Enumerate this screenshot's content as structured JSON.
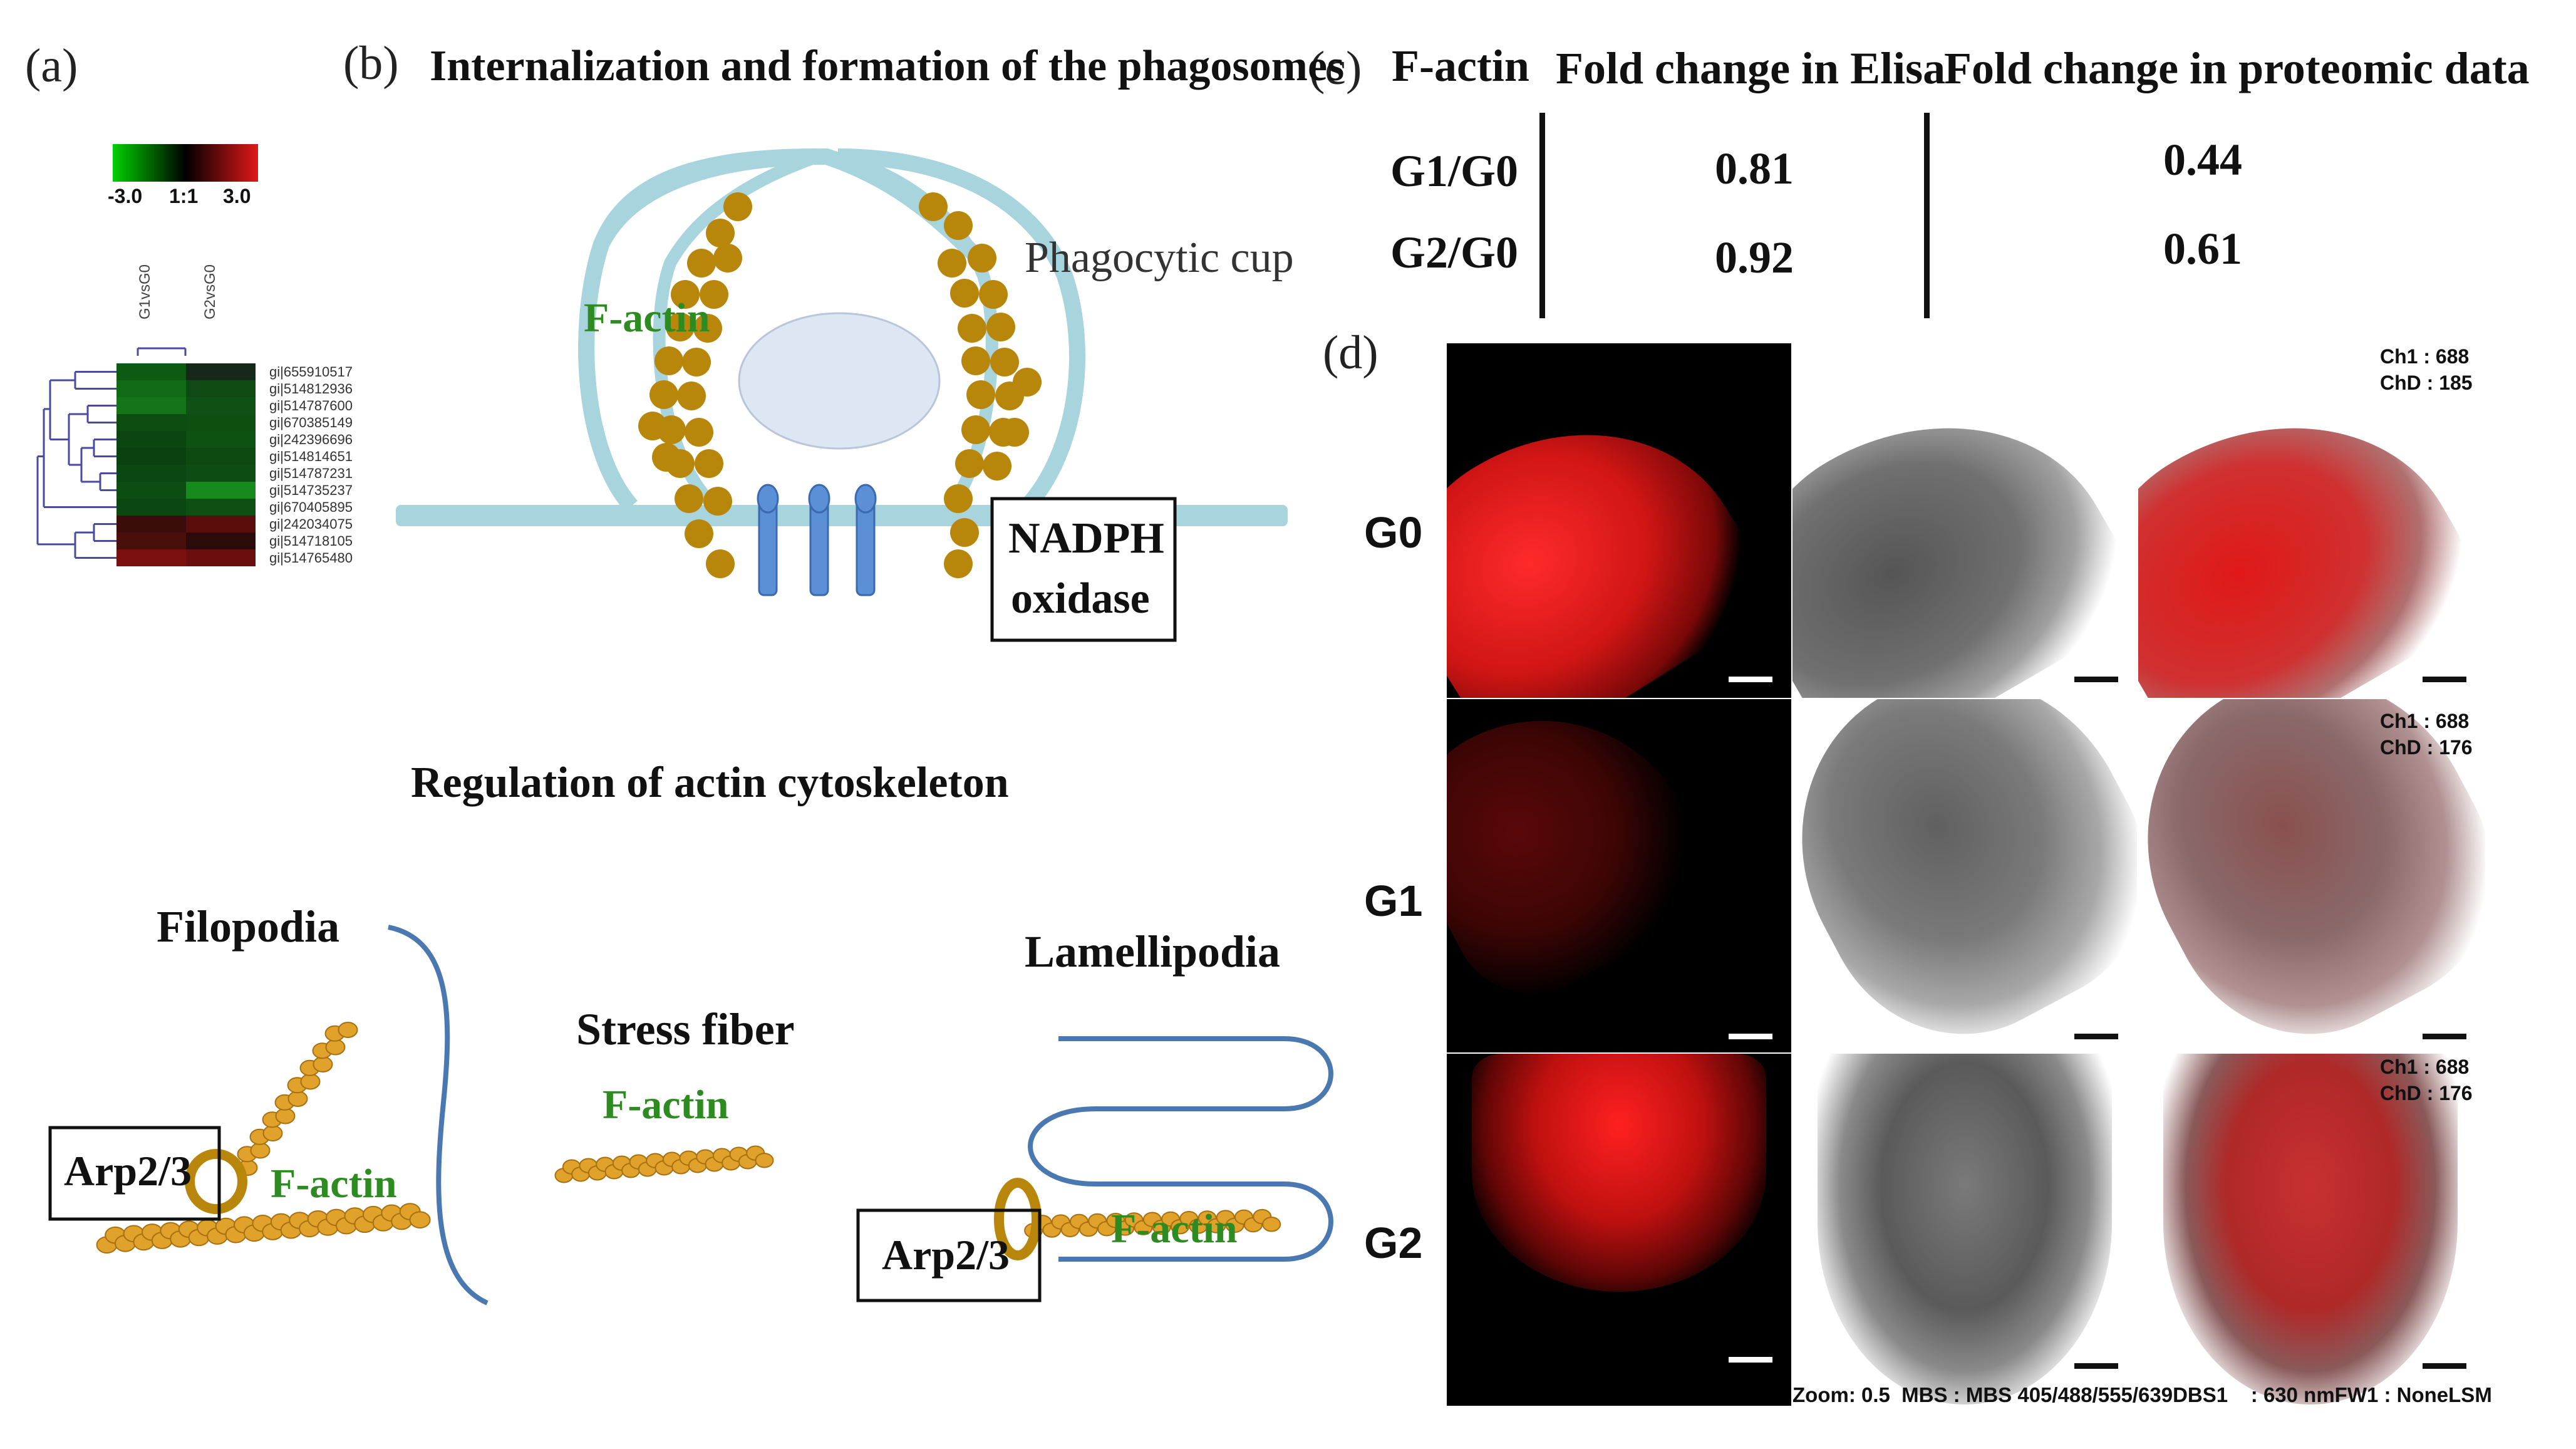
{
  "panels": {
    "a": "(a)",
    "b": "(b)",
    "c": "(c)",
    "d": "(d)"
  },
  "heatmap": {
    "legend_labels": [
      "-3.0",
      "1:1",
      "3.0"
    ],
    "columns": [
      "G1vsG0",
      "G2vsG0"
    ],
    "genes": [
      "gi|655910517",
      "gi|514812936",
      "gi|514787600",
      "gi|670385149",
      "gi|242396696",
      "gi|514814651",
      "gi|514787231",
      "gi|514735237",
      "gi|670405895",
      "gi|242034075",
      "gi|514718105",
      "gi|514765480"
    ],
    "cells": [
      [
        "#0d5a12",
        "#15281a"
      ],
      [
        "#116a16",
        "#0e4a12"
      ],
      [
        "#15731a",
        "#0f5014"
      ],
      [
        "#0c4c10",
        "#0d4f11"
      ],
      [
        "#0b4510",
        "#0e5213"
      ],
      [
        "#0a4110",
        "#0c4a11"
      ],
      [
        "#0b4811",
        "#0d4c12"
      ],
      [
        "#0c4d11",
        "#168a1c"
      ],
      [
        "#0b4710",
        "#0e4f13"
      ],
      [
        "#3a0d0a",
        "#5a0e0c"
      ],
      [
        "#4a0e0b",
        "#2a0b09"
      ],
      [
        "#7a1010",
        "#6a0f0e"
      ]
    ],
    "colors": {
      "low": "#00d000",
      "mid": "#000000",
      "high": "#e01818"
    }
  },
  "panel_b": {
    "title": "Internalization and formation of the phagosomes",
    "phagocytic_cup": "Phagocytic cup",
    "f_actin": "F-actin",
    "nadph_line1": "NADPH",
    "nadph_line2": "oxidase",
    "regulation_title": "Regulation of actin cytoskeleton",
    "filopodia": "Filopodia",
    "stress_fiber": "Stress fiber",
    "lamellipodia": "Lamellipodia",
    "arp": "Arp2/3",
    "colors": {
      "membrane": "#a8d4de",
      "bead": "#b8860b",
      "filament": "#e0a22a",
      "receptor": "#5b8fd6",
      "vesicle": "#dde6f3",
      "lamella": "#4a78b0"
    }
  },
  "panel_c": {
    "headers": [
      "F-actin",
      "Fold change in Elisa",
      "Fold change in proteomic data"
    ],
    "rows": [
      {
        "label": "G1/G0",
        "elisa": "0.81",
        "proteomic": "0.44"
      },
      {
        "label": "G2/G0",
        "elisa": "0.92",
        "proteomic": "0.61"
      }
    ]
  },
  "panel_d": {
    "row_labels": [
      "G0",
      "G1",
      "G2"
    ],
    "ch_info": [
      [
        "Ch1 : 688",
        "ChD : 185"
      ],
      [
        "Ch1 : 688",
        "ChD : 176"
      ],
      [
        "Ch1 : 688",
        "ChD : 176"
      ]
    ],
    "footer": "Zoom: 0.5  MBS : MBS 405/488/555/639DBS1    : 630 nmFW1 : NoneLSM"
  }
}
